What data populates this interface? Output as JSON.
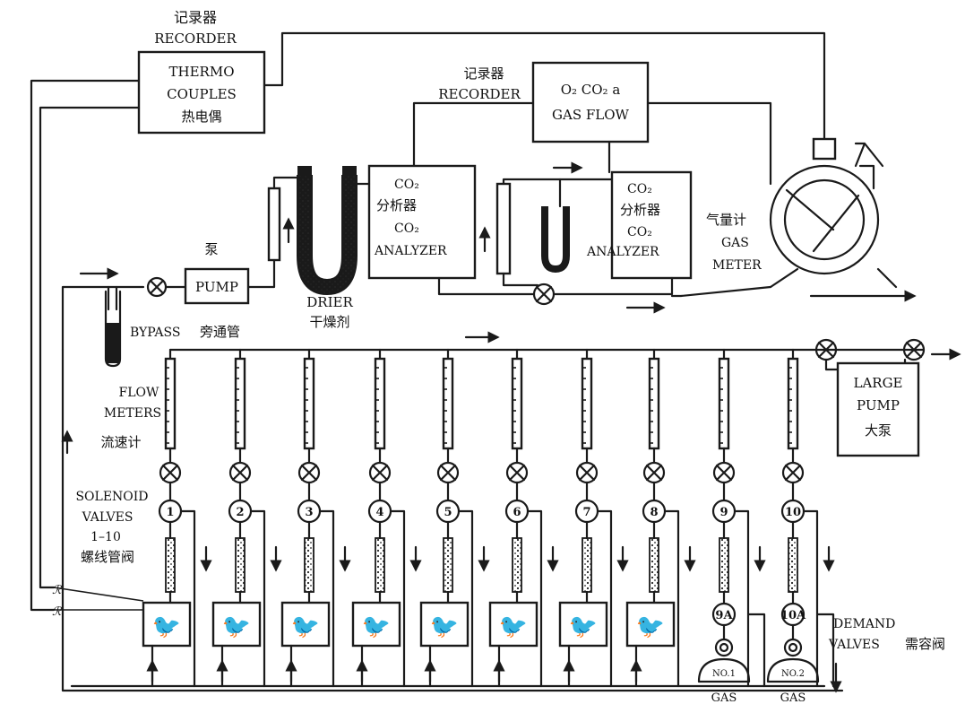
{
  "recorder_top": {
    "cn": "记录器",
    "en": "RECORDER"
  },
  "thermocouples": {
    "line1": "THERMO",
    "line2": "COUPLES",
    "cn": "热电偶"
  },
  "recorder_right": {
    "cn": "记录器",
    "en": "RECORDER"
  },
  "gas_flow_recorder": {
    "line1": "O₂ CO₂ a",
    "line2": "GAS FLOW"
  },
  "analyzer_left": {
    "line1": "CO₂",
    "cn": "分析器",
    "line2": "CO₂",
    "line3": "ANALYZER"
  },
  "analyzer_right": {
    "line1": "CO₂",
    "cn": "分析器",
    "line2": "CO₂",
    "line3": "ANALYZER"
  },
  "gas_meter": {
    "cn": "气量计",
    "line1": "GAS",
    "line2": "METER"
  },
  "pump": {
    "cn": "泵",
    "en": "PUMP"
  },
  "drier": {
    "en": "DRIER",
    "cn": "干燥剂"
  },
  "bypass": {
    "en": "BYPASS",
    "cn": "旁通管"
  },
  "flow_meters": {
    "line1": "FLOW",
    "line2": "METERS",
    "cn": "流速计"
  },
  "solenoid_valves": {
    "line1": "SOLENOID",
    "line2": "VALVES",
    "line3": "1–10",
    "cn": "螺线管阀"
  },
  "large_pump": {
    "line1": "LARGE",
    "line2": "PUMP",
    "cn": "大泵"
  },
  "demand_valves": {
    "line1": "DEMAND",
    "line2": "VALVES",
    "cn": "需容阀"
  },
  "channels": [
    "1",
    "2",
    "3",
    "4",
    "5",
    "6",
    "7",
    "8",
    "9",
    "10"
  ],
  "demand_valve_ids": [
    "9A",
    "10A"
  ],
  "gas_tanks": [
    {
      "id": "NO.1",
      "label": "GAS"
    },
    {
      "id": "NO.2",
      "label": "GAS"
    }
  ]
}
